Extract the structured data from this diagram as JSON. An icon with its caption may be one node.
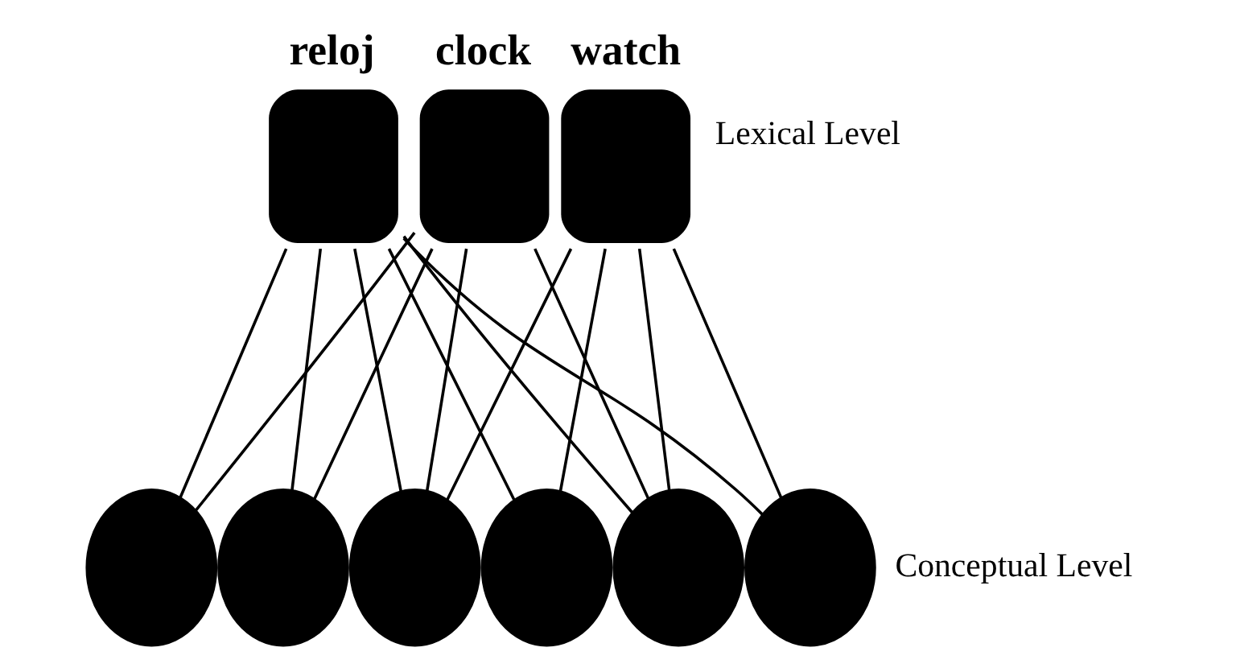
{
  "diagram": {
    "nodes": [
      {
        "text": [
          "reloj"
        ]
      },
      {
        "text": [
          "clock"
        ]
      },
      {
        "text": [
          "watch"
        ]
      },
      {
        "text": [],
        "shape": "circle"
      },
      {
        "text": [],
        "shape": "circle"
      },
      {
        "text": [],
        "shape": "circle"
      },
      {
        "text": [],
        "shape": "circle"
      },
      {
        "text": [],
        "shape": "circle"
      },
      {
        "text": [],
        "shape": "circle"
      }
    ],
    "edges": [
      {
        "from": 0,
        "to": 3,
        "arrow": "none"
      },
      {
        "from": 0,
        "to": 4,
        "arrow": "none"
      },
      {
        "from": 0,
        "to": 5,
        "arrow": "none"
      },
      {
        "from": 0,
        "to": 6,
        "arrow": "none"
      },
      {
        "from": 0,
        "to": 7,
        "arrow": "none"
      },
      {
        "from": 0,
        "to": 8,
        "arrow": "none"
      },
      {
        "from": 1,
        "to": 3,
        "arrow": "none"
      },
      {
        "from": 1,
        "to": 4,
        "arrow": "none"
      },
      {
        "from": 1,
        "to": 5,
        "arrow": "none"
      },
      {
        "from": 1,
        "to": 7,
        "arrow": "none"
      },
      {
        "from": 2,
        "to": 5,
        "arrow": "none"
      },
      {
        "from": 2,
        "to": 6,
        "arrow": "none"
      },
      {
        "from": 2,
        "to": 7,
        "arrow": "none"
      },
      {
        "from": 2,
        "to": 8,
        "arrow": "none"
      }
    ],
    "labels": [
      "Lexical Level",
      "Conceptual Level"
    ]
  }
}
